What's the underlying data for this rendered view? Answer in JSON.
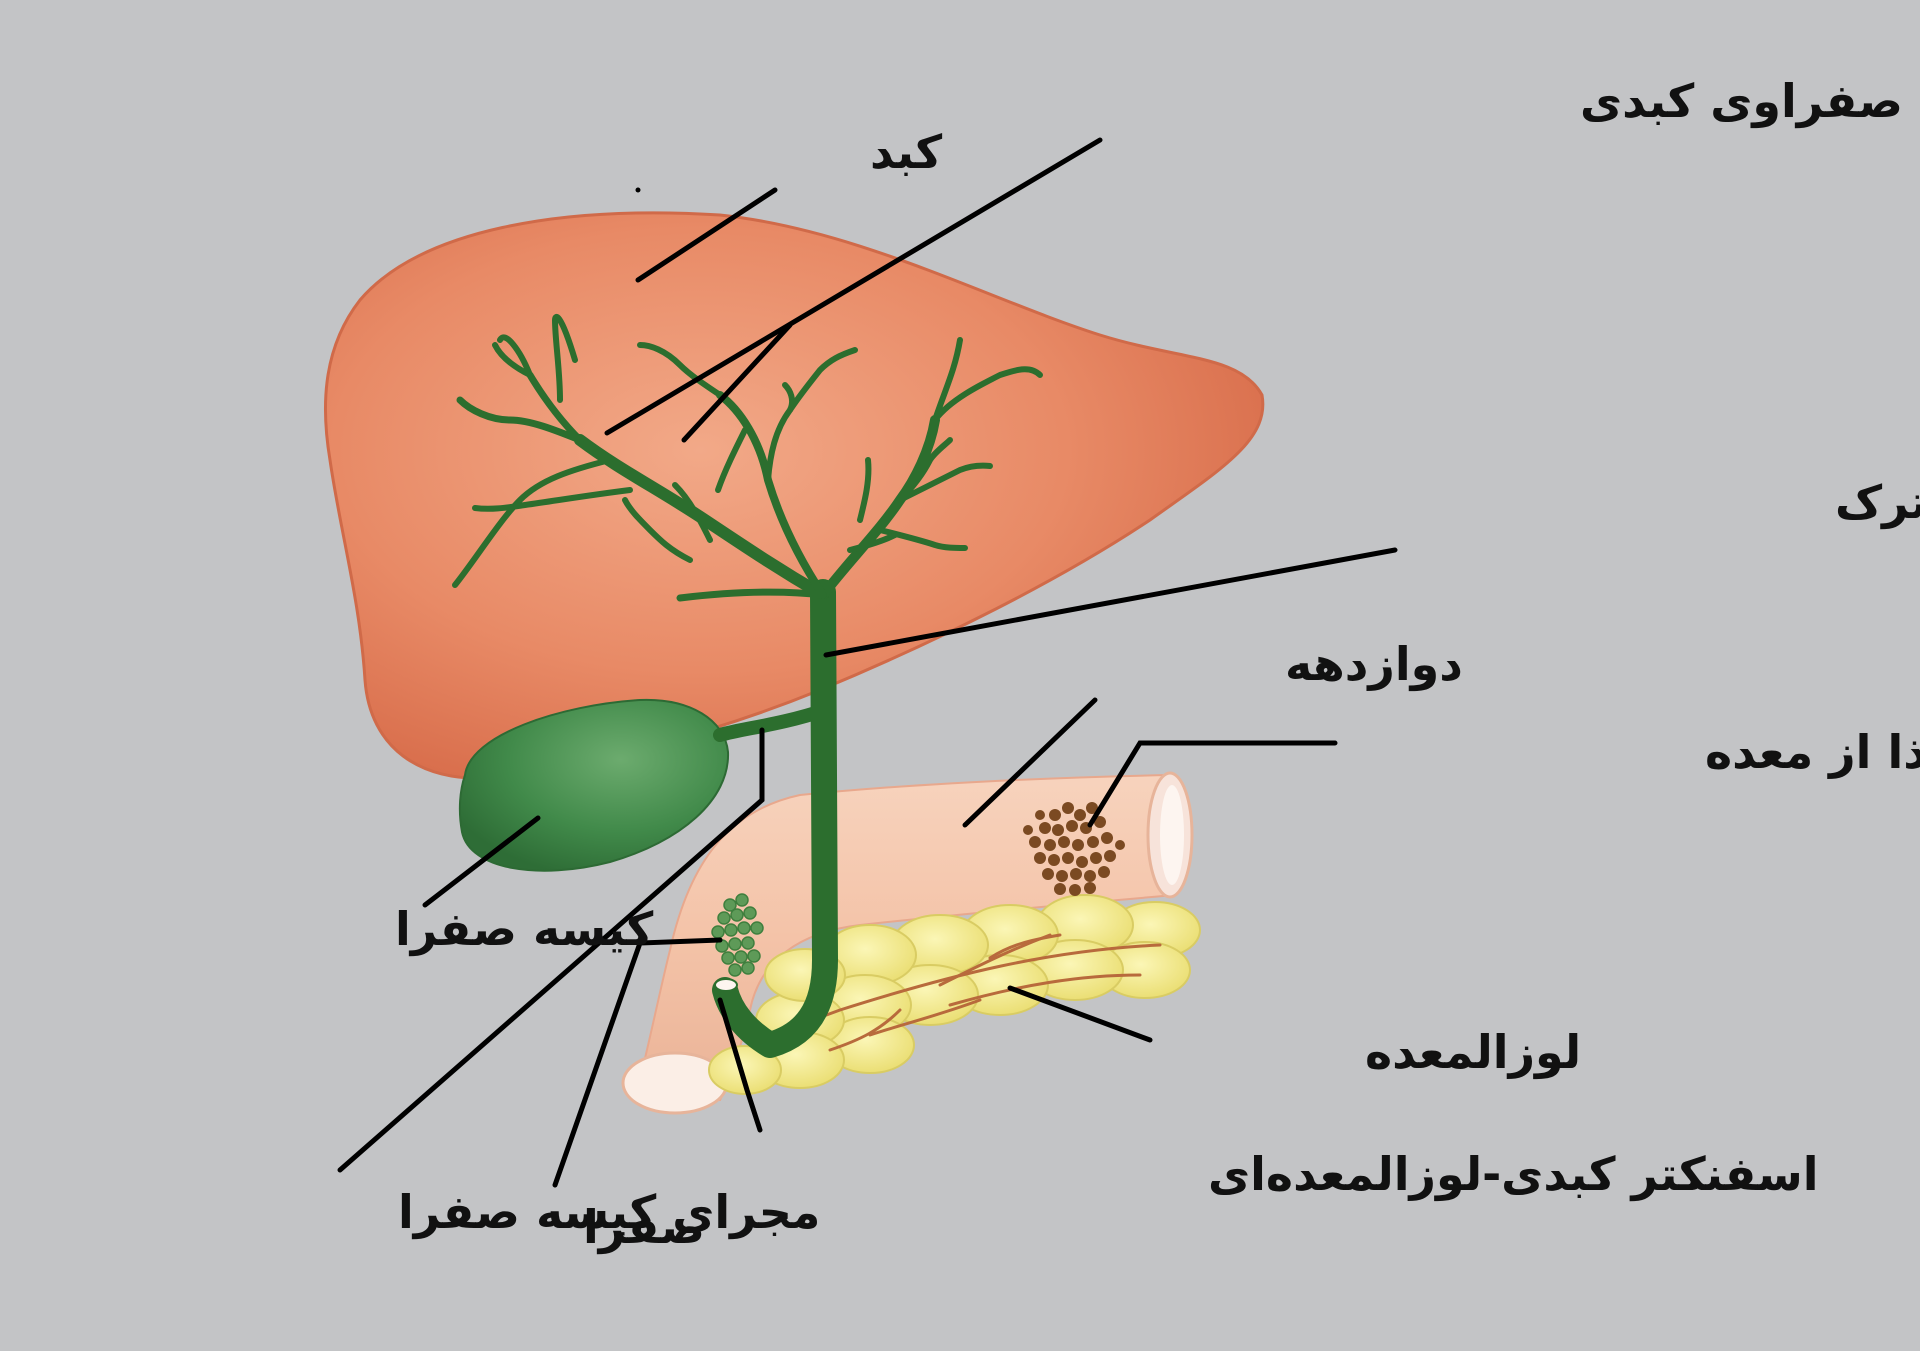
{
  "labels": {
    "hepatic_ducts": "مجاری صفراوی کبدی",
    "liver": "کبد",
    "common_bile_duct": "مجرای صفراوی مشترک",
    "duodenum": "دوازدهه",
    "food_mass": "توده غذا از معده",
    "gallbladder": "کیسه صفرا",
    "pancreas": "لوزالمعده",
    "sphincter": "اسفنکتر کبدی-لوزالمعده‌ای",
    "cystic_duct": "مجرای کیسه صفرا",
    "bile": "صفرا"
  },
  "colors": {
    "background": "#c3c4c6",
    "liver": "#e5805c",
    "gallbladder": "#3f8a4c",
    "bile_duct": "#2c6e2e",
    "duodenum": "#f4c6ac",
    "pancreas": "#f2e98a",
    "food_mass": "#7b4a22"
  }
}
